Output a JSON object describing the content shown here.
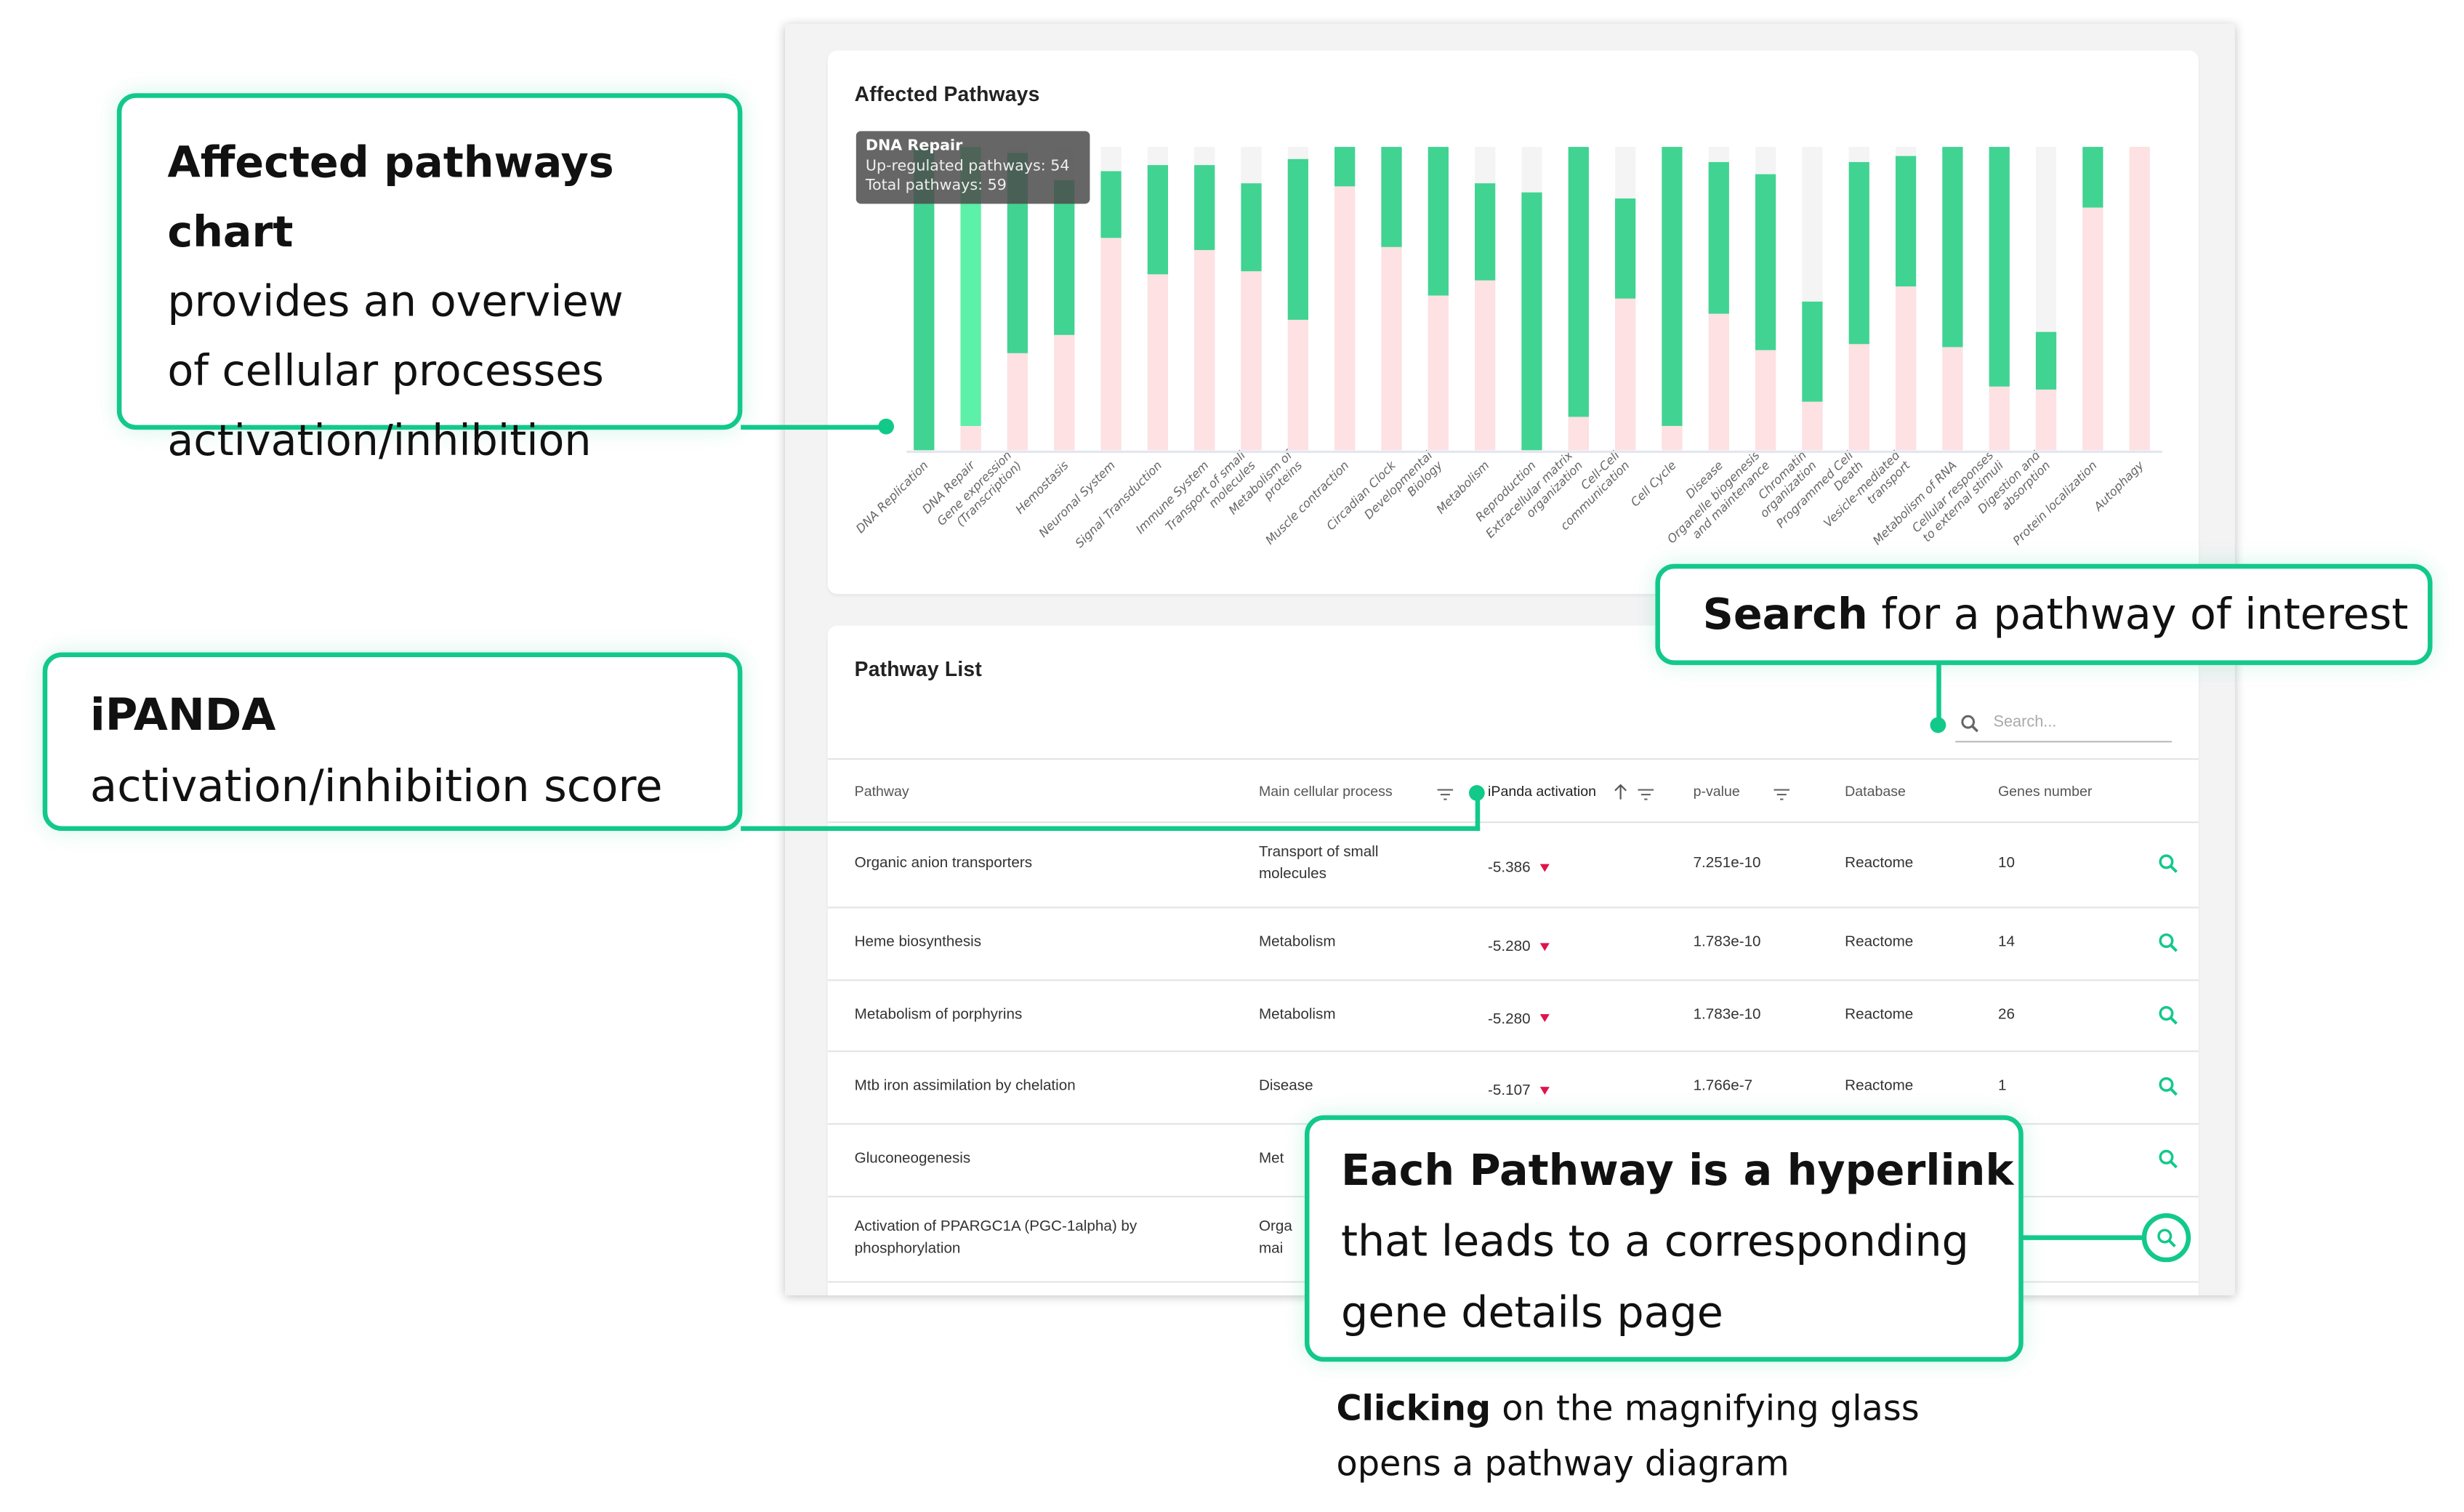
{
  "colors": {
    "accent": "#12c98a",
    "up": "#41d392",
    "up_highlight": "#5cf0a8",
    "down": "#fde1e3",
    "none": "#f4f4f4",
    "down_arrow": "#e0134a"
  },
  "chart_card": {
    "title": "Affected Pathways"
  },
  "tooltip": {
    "title": "DNA Repair",
    "line1": "Up-regulated pathways: 54",
    "line2": "Total pathways: 59"
  },
  "chart_data": {
    "type": "bar",
    "stacked": true,
    "normalized_percent": true,
    "title": "Affected Pathways",
    "ylim": [
      0,
      100
    ],
    "grid": false,
    "highlighted": "DNA Repair",
    "categories": [
      "DNA Replication",
      "DNA Repair",
      "Gene expression (Transcription)",
      "Hemostasis",
      "Neuronal System",
      "Signal Transduction",
      "Immune System",
      "Transport of small molecules",
      "Metabolism of proteins",
      "Muscle contraction",
      "Circadian Clock",
      "Developmental Biology",
      "Metabolism",
      "Reproduction",
      "Extracellular matrix organization",
      "Cell-Cell communication",
      "Cell Cycle",
      "Disease",
      "Organelle biogenesis and maintenance",
      "Chromatin organization",
      "Programmed Cell Death",
      "Vesicle-mediated transport",
      "Metabolism of RNA",
      "Cellular responses to external stimuli",
      "Digestion and absorption",
      "Protein localization",
      "Autophagy"
    ],
    "series": [
      {
        "key": "down",
        "values": [
          0,
          8,
          32,
          38,
          70,
          58,
          66,
          59,
          43,
          87,
          67,
          51,
          56,
          0,
          11,
          50,
          8,
          45,
          33,
          16,
          35,
          54,
          34,
          21,
          20,
          80,
          100
        ]
      },
      {
        "key": "up",
        "values": [
          100,
          92,
          66,
          51,
          22,
          36,
          28,
          29,
          53,
          13,
          33,
          49,
          32,
          85,
          89,
          33,
          92,
          50,
          58,
          33,
          60,
          43,
          66,
          79,
          19,
          20,
          0
        ]
      }
    ]
  },
  "table_card": {
    "title": "Pathway List",
    "search_placeholder": "Search...",
    "columns": [
      "Pathway",
      "Main cellular process",
      "iPanda activation",
      "p-value",
      "Database",
      "Genes number"
    ],
    "sort": "ascending",
    "rows": [
      {
        "pathway": "Organic anion transporters",
        "process": "Transport of small molecules",
        "activation": "-5.386",
        "pvalue": "7.251e-10",
        "database": "Reactome",
        "genes": "10"
      },
      {
        "pathway": "Heme biosynthesis",
        "process": "Metabolism",
        "activation": "-5.280",
        "pvalue": "1.783e-10",
        "database": "Reactome",
        "genes": "14"
      },
      {
        "pathway": "Metabolism of porphyrins",
        "process": "Metabolism",
        "activation": "-5.280",
        "pvalue": "1.783e-10",
        "database": "Reactome",
        "genes": "26"
      },
      {
        "pathway": "Mtb iron assimilation by chelation",
        "process": "Disease",
        "activation": "-5.107",
        "pvalue": "1.766e-7",
        "database": "Reactome",
        "genes": "1"
      },
      {
        "pathway": "Gluconeogenesis",
        "process": "Met"
      },
      {
        "pathway": "Activation of PPARGC1A (PGC-1alpha) by phosphorylation",
        "process": "Orga mai"
      }
    ]
  },
  "callouts": {
    "chart": {
      "bold": "Affected pathways chart",
      "rest": [
        "provides an overview",
        "of cellular processes",
        "activation/inhibition"
      ]
    },
    "score": {
      "bold": "iPANDA",
      "rest": "activation/inhibition score"
    },
    "search": {
      "bold": "Search",
      "rest": " for a pathway of interest"
    },
    "hyperlink": {
      "bold": "Each Pathway is a hyperlink",
      "rest": [
        "that leads to a corresponding",
        "gene details page"
      ]
    },
    "note": {
      "bold": "Clicking",
      "rest": " on the magnifying glass",
      "line2": "opens a pathway diagram"
    }
  }
}
